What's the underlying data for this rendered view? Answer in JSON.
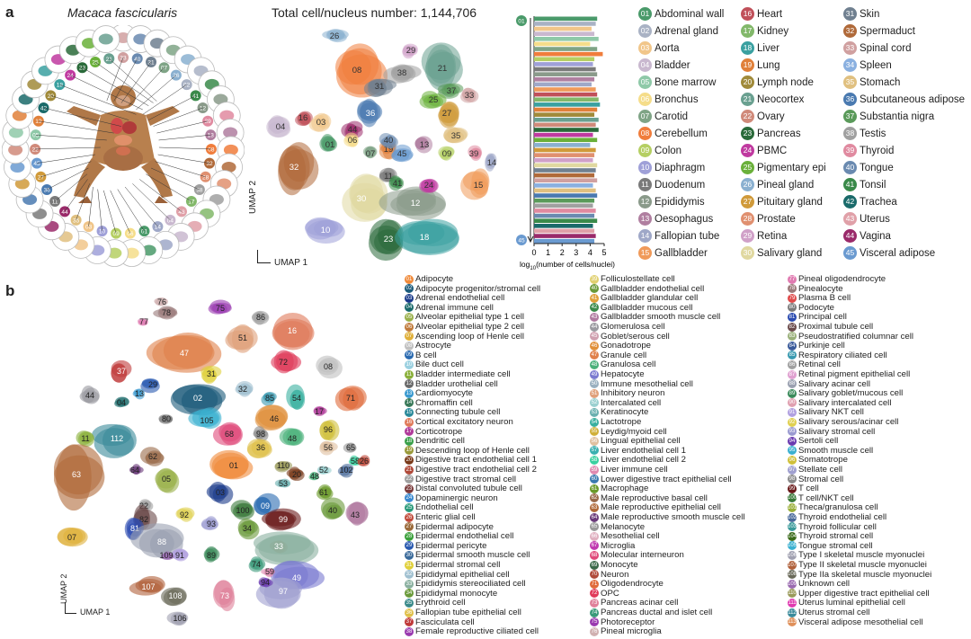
{
  "panel_a": {
    "letter": "a",
    "species": "Macaca fascicularis",
    "total_label": "Total cell/nucleus number: 1,144,706",
    "umap2": "UMAP 2",
    "umap1": "UMAP 1",
    "umap_cluster_labels": [
      "26",
      "29",
      "21",
      "08",
      "31",
      "38",
      "37",
      "33",
      "25",
      "27",
      "16",
      "03",
      "36",
      "44",
      "04",
      "06",
      "01",
      "19",
      "07",
      "40",
      "45",
      "13",
      "35",
      "09",
      "39",
      "32",
      "11",
      "30",
      "12",
      "10",
      "23",
      "18",
      "14",
      "41",
      "24",
      "15"
    ],
    "circle_labels": [
      "33",
      "40",
      "31",
      "07",
      "26",
      "02",
      "41",
      "12",
      "39",
      "13",
      "08",
      "32",
      "28",
      "38",
      "17",
      "43",
      "04",
      "14",
      "01",
      "06",
      "09",
      "10",
      "03",
      "35",
      "44",
      "11",
      "36",
      "27",
      "45",
      "22",
      "05",
      "19",
      "42",
      "20",
      "18",
      "24",
      "23",
      "25",
      "21"
    ],
    "tissues": [
      {
        "n": "01",
        "name": "Abdominal wall",
        "color": "#4a9a6a"
      },
      {
        "n": "02",
        "name": "Adrenal gland",
        "color": "#a9b2c4"
      },
      {
        "n": "03",
        "name": "Aorta",
        "color": "#f1c68a"
      },
      {
        "n": "04",
        "name": "Bladder",
        "color": "#c9b8cf"
      },
      {
        "n": "05",
        "name": "Bone marrow",
        "color": "#8fc9a8"
      },
      {
        "n": "06",
        "name": "Bronchus",
        "color": "#f5dd8a"
      },
      {
        "n": "07",
        "name": "Carotid",
        "color": "#7fa486"
      },
      {
        "n": "08",
        "name": "Cerebellum",
        "color": "#f07d3c"
      },
      {
        "n": "09",
        "name": "Colon",
        "color": "#b5cf63"
      },
      {
        "n": "10",
        "name": "Diaphragm",
        "color": "#9fa0d8"
      },
      {
        "n": "11",
        "name": "Duodenum",
        "color": "#7a7a7a"
      },
      {
        "n": "12",
        "name": "Epididymis",
        "color": "#8a9a8a"
      },
      {
        "n": "13",
        "name": "Oesophagus",
        "color": "#b07fa0"
      },
      {
        "n": "14",
        "name": "Fallopian tube",
        "color": "#9fa8c8"
      },
      {
        "n": "15",
        "name": "Gallbladder",
        "color": "#f09a5a"
      },
      {
        "n": "16",
        "name": "Heart",
        "color": "#c0505a"
      },
      {
        "n": "17",
        "name": "Kidney",
        "color": "#82b86a"
      },
      {
        "n": "18",
        "name": "Liver",
        "color": "#3aa0a0"
      },
      {
        "n": "19",
        "name": "Lung",
        "color": "#e0803a"
      },
      {
        "n": "20",
        "name": "Lymph node",
        "color": "#a08a3a"
      },
      {
        "n": "21",
        "name": "Neocortex",
        "color": "#6aa090"
      },
      {
        "n": "22",
        "name": "Ovary",
        "color": "#d08a7a"
      },
      {
        "n": "23",
        "name": "Pancreas",
        "color": "#2a6a3a"
      },
      {
        "n": "24",
        "name": "PBMC",
        "color": "#c03aa0"
      },
      {
        "n": "25",
        "name": "Pigmentary epi",
        "color": "#6ab03a"
      },
      {
        "n": "26",
        "name": "Pineal gland",
        "color": "#8ab0d0"
      },
      {
        "n": "27",
        "name": "Pituitary gland",
        "color": "#d09a3a"
      },
      {
        "n": "28",
        "name": "Prostate",
        "color": "#e09070"
      },
      {
        "n": "29",
        "name": "Retina",
        "color": "#d0a0c8"
      },
      {
        "n": "30",
        "name": "Salivary gland",
        "color": "#e0d8a0"
      },
      {
        "n": "31",
        "name": "Skin",
        "color": "#708090"
      },
      {
        "n": "32",
        "name": "Spermaduct",
        "color": "#b06a3a"
      },
      {
        "n": "33",
        "name": "Spinal cord",
        "color": "#d0a0a0"
      },
      {
        "n": "34",
        "name": "Spleen",
        "color": "#8ab0e0"
      },
      {
        "n": "35",
        "name": "Stomach",
        "color": "#e0c080"
      },
      {
        "n": "36",
        "name": "Subcutaneous adipose",
        "color": "#4a7ab0"
      },
      {
        "n": "37",
        "name": "Substantia nigra",
        "color": "#5a9a5a"
      },
      {
        "n": "38",
        "name": "Testis",
        "color": "#a0a0a0"
      },
      {
        "n": "39",
        "name": "Thyroid",
        "color": "#e08aa0"
      },
      {
        "n": "40",
        "name": "Tongue",
        "color": "#6a8ab0"
      },
      {
        "n": "41",
        "name": "Tonsil",
        "color": "#3a8a4a"
      },
      {
        "n": "42",
        "name": "Trachea",
        "color": "#1a6a6a"
      },
      {
        "n": "43",
        "name": "Uterus",
        "color": "#e0a0a8"
      },
      {
        "n": "44",
        "name": "Vagina",
        "color": "#9a2a6a"
      },
      {
        "n": "45",
        "name": "Visceral adipose",
        "color": "#6a9ad0"
      }
    ],
    "bar_top_label": "01",
    "bar_bottom_label": "45"
  },
  "chart_data": {
    "type": "bar",
    "orientation": "horizontal",
    "categories": [
      "01",
      "02",
      "03",
      "04",
      "05",
      "06",
      "07",
      "08",
      "09",
      "10",
      "11",
      "12",
      "13",
      "14",
      "15",
      "16",
      "17",
      "18",
      "19",
      "20",
      "21",
      "22",
      "23",
      "24",
      "25",
      "26",
      "27",
      "28",
      "29",
      "30",
      "31",
      "32",
      "33",
      "34",
      "35",
      "36",
      "37",
      "38",
      "39",
      "40",
      "41",
      "42",
      "43",
      "44",
      "45"
    ],
    "values": [
      4.5,
      4.4,
      4.1,
      4.3,
      4.6,
      4.0,
      4.5,
      4.9,
      4.3,
      4.2,
      4.4,
      4.5,
      4.3,
      4.1,
      4.4,
      4.5,
      4.6,
      4.7,
      4.5,
      4.3,
      4.6,
      4.4,
      4.6,
      4.2,
      4.5,
      4.0,
      4.4,
      4.3,
      4.2,
      4.5,
      4.4,
      4.3,
      4.5,
      4.2,
      4.4,
      4.5,
      4.3,
      4.2,
      4.4,
      4.3,
      4.5,
      4.2,
      4.3,
      4.4,
      4.3
    ],
    "xlabel": "log10(number of cells/nuclei)",
    "xlabel_main": "log",
    "xlabel_sub": "10",
    "xlabel_rest": "(number of cells/nuclei)",
    "xticks": [
      "0",
      "1",
      "2",
      "3",
      "4",
      "5"
    ],
    "xlim": [
      0,
      5
    ]
  },
  "panel_b": {
    "letter": "b",
    "umap2": "UMAP 2",
    "umap1": "UMAP 1",
    "umap_cluster_labels": [
      "76",
      "78",
      "77",
      "75",
      "86",
      "16",
      "51",
      "72",
      "47",
      "37",
      "31",
      "08",
      "44",
      "29",
      "32",
      "85",
      "54",
      "71",
      "13",
      "04",
      "02",
      "80",
      "17",
      "96",
      "112",
      "105",
      "46",
      "48",
      "65",
      "11",
      "98",
      "36",
      "68",
      "56",
      "58",
      "63",
      "62",
      "05",
      "01",
      "102",
      "26",
      "52",
      "03",
      "110",
      "20",
      "53",
      "48",
      "07",
      "22",
      "82",
      "100",
      "09",
      "61",
      "40",
      "81",
      "92",
      "99",
      "43",
      "34",
      "47",
      "88",
      "89",
      "33",
      "93",
      "74",
      "91",
      "109",
      "49",
      "107",
      "108",
      "73",
      "59",
      "97",
      "106",
      "64",
      "94"
    ],
    "cells": [
      [
        "01",
        "Adipocyte",
        "#f08a3a"
      ],
      [
        "02",
        "Adipocyte progenitor/stromal cell",
        "#1a5a7a"
      ],
      [
        "03",
        "Adrenal endothelial cell",
        "#1a3a8a"
      ],
      [
        "04",
        "Adrenal immune cell",
        "#1a6a6a"
      ],
      [
        "05",
        "Alveolar epithelial type 1 cell",
        "#9ab04a"
      ],
      [
        "06",
        "Alveolar epithelial type 2 cell",
        "#c07a3a"
      ],
      [
        "07",
        "Ascending loop of Henle cell",
        "#e0b03a"
      ],
      [
        "08",
        "Astrocyte",
        "#c0c0c0"
      ],
      [
        "09",
        "B cell",
        "#2a6ab0"
      ],
      [
        "10",
        "Bile duct cell",
        "#9ad0e0"
      ],
      [
        "11",
        "Bladder intermediate cell",
        "#8ab03a"
      ],
      [
        "12",
        "Bladder urothelial cell",
        "#6a6a6a"
      ],
      [
        "13",
        "Cardiomyocyte",
        "#3a9ad0"
      ],
      [
        "14",
        "Chromaffin cell",
        "#3a7a5a"
      ],
      [
        "15",
        "Connecting tubule cell",
        "#2a8a9a"
      ],
      [
        "16",
        "Cortical excitatory neuron",
        "#e07a5a"
      ],
      [
        "17",
        "Corticotrope",
        "#b03a9a"
      ],
      [
        "18",
        "Dendritic cell",
        "#3aa04a"
      ],
      [
        "19",
        "Descending loop of Henle cell",
        "#9a9a3a"
      ],
      [
        "20",
        "Digestive tract endothelial cell 1",
        "#7a3a1a"
      ],
      [
        "21",
        "Digestive tract endothelial cell 2",
        "#b04a3a"
      ],
      [
        "22",
        "Digestive tract stromal cell",
        "#a0a0a0"
      ],
      [
        "23",
        "Distal convoluted tubule cell",
        "#7a3a3a"
      ],
      [
        "24",
        "Dopaminergic neuron",
        "#3a8ad0"
      ],
      [
        "25",
        "Endothelial cell",
        "#2a9a7a"
      ],
      [
        "26",
        "Enteric glial cell",
        "#c04a3a"
      ],
      [
        "27",
        "Epidermal adipocyte",
        "#9a6a3a"
      ],
      [
        "28",
        "Epidermal endothelial cell",
        "#3aa03a"
      ],
      [
        "29",
        "Epidermal pericyte",
        "#2a5ab0"
      ],
      [
        "30",
        "Epidermal smooth muscle cell",
        "#3a6a9a"
      ],
      [
        "31",
        "Epidermal stromal cell",
        "#e0d03a"
      ],
      [
        "32",
        "Epididymal epithelial cell",
        "#a0c0d0"
      ],
      [
        "33",
        "Epididymis stereociliated cell",
        "#8ab0a0"
      ],
      [
        "34",
        "Epididymal monocyte",
        "#6a9a3a"
      ],
      [
        "35",
        "Erythroid cell",
        "#3a8a8a"
      ],
      [
        "36",
        "Fallopian tube epithelial cell",
        "#e0c04a"
      ],
      [
        "37",
        "Fasciculata cell",
        "#c03a3a"
      ],
      [
        "38",
        "Female reproductive ciliated cell",
        "#9a3ab0"
      ],
      [
        "39",
        "Folliculostellate cell",
        "#e0d070"
      ],
      [
        "40",
        "Gallbladder endothelial cell",
        "#6a9a3a"
      ],
      [
        "41",
        "Gallbladder glandular cell",
        "#e0a03a"
      ],
      [
        "42",
        "Gallbladder mucous cell",
        "#3a8a4a"
      ],
      [
        "43",
        "Gallbladder smooth muscle cell",
        "#b07aa0"
      ],
      [
        "44",
        "Glomerulosa cell",
        "#9a9aa0"
      ],
      [
        "45",
        "Goblet/serous cell",
        "#d0a0b0"
      ],
      [
        "46",
        "Gonadotrope",
        "#e0903a"
      ],
      [
        "47",
        "Granule cell",
        "#e0804a"
      ],
      [
        "48",
        "Granulosa cell",
        "#4ab07a"
      ],
      [
        "49",
        "Hepatocyte",
        "#7a7ad0"
      ],
      [
        "50",
        "Immune mesothelial cell",
        "#9ab0c0"
      ],
      [
        "51",
        "Inhibitory neuron",
        "#e0a07a"
      ],
      [
        "52",
        "Intercalated cell",
        "#9ad0d0"
      ],
      [
        "53",
        "Keratinocyte",
        "#6ab0b0"
      ],
      [
        "54",
        "Lactotrope",
        "#3ab0a0"
      ],
      [
        "55",
        "Leydig/myoid cell",
        "#d0b03a"
      ],
      [
        "56",
        "Lingual epithelial cell",
        "#e0c0a0"
      ],
      [
        "57",
        "Liver endothelial cell 1",
        "#3ab0b0"
      ],
      [
        "58",
        "Liver endothelial cell 2",
        "#3ad0a0"
      ],
      [
        "59",
        "Liver immune cell",
        "#e08ab0"
      ],
      [
        "60",
        "Lower digestive tract epithelial cell",
        "#3a7ab0"
      ],
      [
        "61",
        "Macrophage",
        "#6a9a2a"
      ],
      [
        "62",
        "Male reproductive basal cell",
        "#9a6a4a"
      ],
      [
        "63",
        "Male reproductive epithelial cell",
        "#b06a3a"
      ],
      [
        "64",
        "Male reproductive smooth muscle cell",
        "#6a3a7a"
      ],
      [
        "65",
        "Melanocyte",
        "#9a9a9a"
      ],
      [
        "66",
        "Mesothelial cell",
        "#e0b0c0"
      ],
      [
        "67",
        "Microglia",
        "#c03ab0"
      ],
      [
        "68",
        "Molecular interneuron",
        "#e04a7a"
      ],
      [
        "69",
        "Monocyte",
        "#3a6a4a"
      ],
      [
        "70",
        "Neuron",
        "#b04a3a"
      ],
      [
        "71",
        "Oligodendrocyte",
        "#e06a3a"
      ],
      [
        "72",
        "OPC",
        "#e03a5a"
      ],
      [
        "73",
        "Pancreas acinar cell",
        "#e0809a"
      ],
      [
        "74",
        "Pancreas ductal and islet cell",
        "#3a9a7a"
      ],
      [
        "75",
        "Photoreceptor",
        "#9a3ab0"
      ],
      [
        "76",
        "Pineal microglia",
        "#d0b0b0"
      ],
      [
        "77",
        "Pineal oligodendrocyte",
        "#e07ab0"
      ],
      [
        "78",
        "Pinealocyte",
        "#9a7a7a"
      ],
      [
        "79",
        "Plasma B cell",
        "#e04a4a"
      ],
      [
        "80",
        "Podocyte",
        "#7a7a7a"
      ],
      [
        "81",
        "Principal cell",
        "#2a4ab0"
      ],
      [
        "82",
        "Proximal tubule cell",
        "#6a4a4a"
      ],
      [
        "83",
        "Pseudostratified columnar cell",
        "#9ab07a"
      ],
      [
        "84",
        "Purkinje cell",
        "#3a5a9a"
      ],
      [
        "85",
        "Respiratory ciliated cell",
        "#3a9ab0"
      ],
      [
        "86",
        "Retinal cell",
        "#a0a0a0"
      ],
      [
        "87",
        "Retinal pigment epithelial cell",
        "#e0a0d0"
      ],
      [
        "88",
        "Salivary acinar cell",
        "#9aa0b0"
      ],
      [
        "89",
        "Salivary goblet/mucous cell",
        "#3a8a5a"
      ],
      [
        "90",
        "Salivary intercalated cell",
        "#e0a0b0"
      ],
      [
        "91",
        "Salivary NKT cell",
        "#b0a0e0"
      ],
      [
        "92",
        "Salivary serous/acinar cell",
        "#e0d050"
      ],
      [
        "93",
        "Salivary stromal cell",
        "#9a9ad0"
      ],
      [
        "94",
        "Sertoli cell",
        "#6a3ab0"
      ],
      [
        "95",
        "Smooth muscle cell",
        "#3ab0d0"
      ],
      [
        "96",
        "Somatotrope",
        "#d0c03a"
      ],
      [
        "97",
        "Stellate cell",
        "#a0a0d0"
      ],
      [
        "98",
        "Stromal cell",
        "#8a8a8a"
      ],
      [
        "99",
        "T cell",
        "#6a1a1a"
      ],
      [
        "100",
        "T cell/NKT cell",
        "#3a7a3a"
      ],
      [
        "101",
        "Theca/granulosa cell",
        "#9ab03a"
      ],
      [
        "102",
        "Thyroid endothelial cell",
        "#4a6a9a"
      ],
      [
        "103",
        "Thyroid follicular cell",
        "#3a9a9a"
      ],
      [
        "104",
        "Thyroid stromal cell",
        "#3a6a1a"
      ],
      [
        "105",
        "Tongue stromal cell",
        "#3ab0d0"
      ],
      [
        "106",
        "Type I skeletal muscle myonuclei",
        "#a0a0b0"
      ],
      [
        "107",
        "Type II skeletal muscle myonuclei",
        "#b0603a"
      ],
      [
        "108",
        "Type IIa skeletal muscle myonuclei",
        "#6a6a5a"
      ],
      [
        "109",
        "Unknown cell",
        "#9a6ab0"
      ],
      [
        "110",
        "Upper digestive tract epithelial cell",
        "#9a9a5a"
      ],
      [
        "111",
        "Uterus luminal epithelial cell",
        "#e03ab0"
      ],
      [
        "112",
        "Uterus stromal cell",
        "#3a8a9a"
      ],
      [
        "113",
        "Visceral adipose mesothelial cell",
        "#e0905a"
      ]
    ]
  }
}
